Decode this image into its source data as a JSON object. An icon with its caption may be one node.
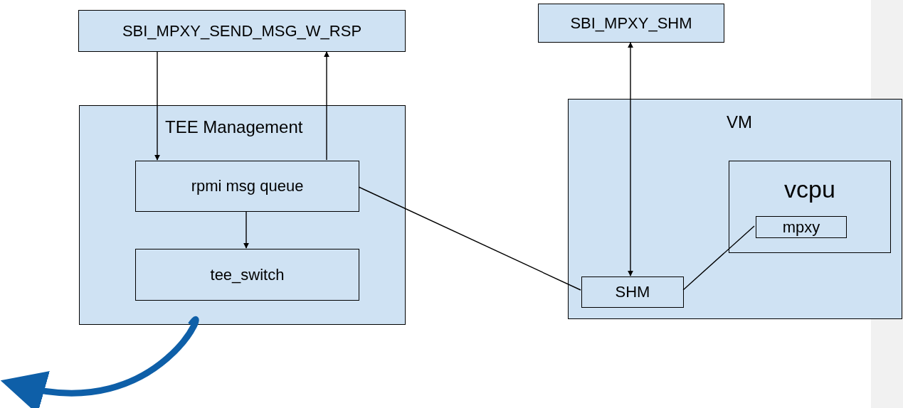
{
  "diagram": {
    "nodes": [
      {
        "text": [
          "SBI_MPXY_SEND_MSG_W_RSP"
        ]
      },
      {
        "text": [
          "TEE Management"
        ]
      },
      {
        "text": [
          "rpmi msg queue"
        ],
        "in": 1
      },
      {
        "text": [
          "tee_switch"
        ],
        "in": 1
      },
      {
        "text": [
          "SBI_MPXY_SHM"
        ]
      },
      {
        "text": [
          "VM"
        ]
      },
      {
        "text": [
          "vcpu"
        ],
        "in": 5
      },
      {
        "text": [
          "mpxy"
        ],
        "in": 6
      },
      {
        "text": [
          "SHM"
        ],
        "in": 5
      }
    ],
    "edges": [
      {
        "from": 0,
        "to": 2,
        "arrow": "to"
      },
      {
        "from": 2,
        "to": 0,
        "arrow": "to"
      },
      {
        "from": 2,
        "to": 3,
        "arrow": "to"
      },
      {
        "from": 4,
        "to": 8,
        "arrow": "both"
      },
      {
        "from": 2,
        "to": 8,
        "arrow": "none"
      },
      {
        "from": 8,
        "to": 7,
        "arrow": "none"
      },
      {
        "from": 1,
        "to": null,
        "arrow": "to",
        "style": "thick",
        "color": "#0e5fa8"
      }
    ]
  }
}
